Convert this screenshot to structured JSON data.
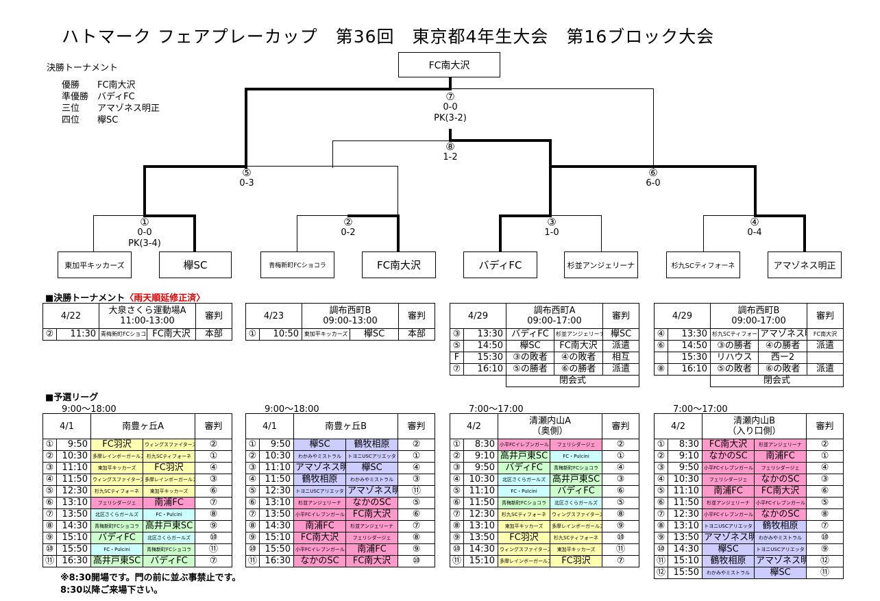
{
  "title": "ハトマーク フェアプレーカップ　第36回　東京都4年生大会　第16ブロック大会",
  "results": {
    "heading": "決勝トーナメント",
    "rows": [
      {
        "rank": "優勝",
        "team": "FC南大沢"
      },
      {
        "rank": "準優勝",
        "team": "バディFC"
      },
      {
        "rank": "三位",
        "team": "アマゾネス明正"
      },
      {
        "rank": "四位",
        "team": "欅SC"
      }
    ]
  },
  "bracket": {
    "champion": "FC南大沢",
    "final": {
      "no": "⑦",
      "score": "0-0",
      "pk": "PK(3-2)"
    },
    "third": {
      "no": "⑧",
      "score": "1-2"
    },
    "semi1": {
      "no": "⑤",
      "score": "0-3"
    },
    "semi2": {
      "no": "⑥",
      "score": "6-0"
    },
    "q1": {
      "no": "①",
      "score": "0-0",
      "pk": "PK(3-4)"
    },
    "q2": {
      "no": "②",
      "score": "0-2"
    },
    "q3": {
      "no": "③",
      "score": "1-0"
    },
    "q4": {
      "no": "④",
      "score": "0-4"
    },
    "teams": [
      "東加平キッカーズ",
      "欅SC",
      "青梅新町FCショコラ",
      "FC南大沢",
      "バディFC",
      "杉並アンジェリーナ",
      "杉九SCティフォーネ",
      "アマゾネス明正"
    ]
  },
  "final_sched": {
    "heading": "■決勝トーナメント",
    "heading_red": "〈雨天順延修正済〉",
    "blocks": [
      {
        "date": "4/22",
        "venue": "大泉さくら運動場A",
        "hours": "11:00-13:00",
        "ref": "審判",
        "rows": [
          [
            "②",
            "11:30",
            "青梅新町FCショコラ",
            "FC南大沢",
            "本部"
          ]
        ]
      },
      {
        "date": "4/23",
        "venue": "調布西町B",
        "hours": "09:00-13:00",
        "ref": "審判",
        "rows": [
          [
            "①",
            "10:50",
            "東加平キッカーズ",
            "欅SC",
            "本部"
          ]
        ]
      },
      {
        "date": "4/29",
        "venue": "調布西町A",
        "hours": "09:00-17:00",
        "ref": "審判",
        "rows": [
          [
            "③",
            "13:30",
            "バディFC",
            "杉並アンジェリーナ",
            "欅SC"
          ],
          [
            "⑤",
            "14:50",
            "欅SC",
            "FC南大沢",
            "派遣"
          ],
          [
            "F",
            "15:30",
            "③の敗者",
            "④の敗者",
            "相互"
          ],
          [
            "⑦",
            "16:10",
            "⑤の勝者",
            "⑥の勝者",
            "派遣"
          ]
        ],
        "close": "閉会式"
      },
      {
        "date": "4/29",
        "venue": "調布西町B",
        "hours": "09:00-17:00",
        "ref": "審判",
        "rows": [
          [
            "④",
            "13:30",
            "杉九SCティフォーネ",
            "アマゾネス明正",
            "FC南大沢"
          ],
          [
            "⑥",
            "14:50",
            "③の勝者",
            "④の勝者",
            "派遣"
          ],
          [
            "",
            "15:30",
            "リハウス",
            "西ー2",
            ""
          ],
          [
            "⑧",
            "16:10",
            "⑤の敗者",
            "⑥の敗者",
            "派遣"
          ]
        ],
        "close": "閉会式"
      }
    ]
  },
  "league": {
    "heading": "■予選リーグ",
    "blocks": [
      {
        "hours": "9:00～18:00",
        "date": "4/1",
        "venue": "南豊ヶ丘A",
        "ref": "審判",
        "rows": [
          [
            "①",
            "9:50",
            "FC羽沢",
            "ウィングスファイターズ",
            "②"
          ],
          [
            "②",
            "10:30",
            "多摩レインボーガールズ",
            "杉九SCティフォーネ",
            "①"
          ],
          [
            "③",
            "11:10",
            "東加平キッカーズ",
            "FC羽沢",
            "④"
          ],
          [
            "④",
            "11:50",
            "ウィングスファイターズ",
            "多摩レインボーガールズ",
            "③"
          ],
          [
            "⑤",
            "12:30",
            "杉九SCティフォーネ",
            "東加平キッカーズ",
            "⑥"
          ],
          [
            "⑥",
            "13:10",
            "フェリシダージェ",
            "南浦FC",
            "⑦"
          ],
          [
            "⑦",
            "13:50",
            "北区さくらガールズ",
            "FC・Pulcini",
            "⑧"
          ],
          [
            "⑧",
            "14:30",
            "青梅新町FCショコラ",
            "高井戸東SC",
            "⑨"
          ],
          [
            "⑨",
            "15:10",
            "バディFC",
            "北区さくらガールズ",
            "⑩"
          ],
          [
            "⑩",
            "15:50",
            "FC・Pulcini",
            "青梅新町FCショコラ",
            "⑪"
          ],
          [
            "⑪",
            "16:30",
            "高井戸東SC",
            "バディFC",
            "⑦"
          ]
        ]
      },
      {
        "hours": "9:00～18:00",
        "date": "4/1",
        "venue": "南豊ヶ丘B",
        "ref": "審判",
        "rows": [
          [
            "①",
            "9:50",
            "欅SC",
            "鶴牧相原",
            "②"
          ],
          [
            "②",
            "10:30",
            "わかみやミストラル",
            "トヨニUSCアリエッタ",
            "①"
          ],
          [
            "③",
            "11:10",
            "アマゾネス明正",
            "欅SC",
            "④"
          ],
          [
            "④",
            "11:50",
            "鶴牧相原",
            "わかみやミストラル",
            "③"
          ],
          [
            "⑤",
            "12:30",
            "トヨニUSCアリエッタ",
            "アマゾネス明正",
            "⑪"
          ],
          [
            "⑥",
            "13:10",
            "杉並アンジェリーナ",
            "なかのSC",
            "⑤"
          ],
          [
            "⑦",
            "13:50",
            "小平FCイレブンガールズ",
            "FC南大沢",
            "⑥"
          ],
          [
            "⑧",
            "14:30",
            "南浦FC",
            "杉並アンジェリーナ",
            "⑦"
          ],
          [
            "⑨",
            "15:10",
            "FC南大沢",
            "フェリシダージェ",
            "⑧"
          ],
          [
            "⑩",
            "15:50",
            "小平FCイレブンガールズ",
            "南浦FC",
            "⑨"
          ],
          [
            "⑪",
            "16:30",
            "なかのSC",
            "FC南大沢",
            "⑩"
          ]
        ]
      },
      {
        "hours": "7:00～17:00",
        "date": "4/2",
        "venue": "清瀬内山A",
        "venue2": "（奥側）",
        "ref": "審判",
        "rows": [
          [
            "①",
            "8:30",
            "小平FCイレブンガールズ",
            "フェリシダージェ",
            "②"
          ],
          [
            "②",
            "9:10",
            "高井戸東SC",
            "FC・Pulcini",
            "①"
          ],
          [
            "③",
            "9:50",
            "バディFC",
            "青梅新町FCショコラ",
            "④"
          ],
          [
            "④",
            "10:30",
            "北区さくらガールズ",
            "高井戸東SC",
            "③"
          ],
          [
            "⑤",
            "11:10",
            "FC・Pulcini",
            "バディFC",
            "⑥"
          ],
          [
            "⑥",
            "11:50",
            "青梅新町FCショコラ",
            "北区さくらガールズ",
            "⑤"
          ],
          [
            "⑦",
            "12:30",
            "杉九SCティフォーネ",
            "ウィングスファイターズ",
            "⑧"
          ],
          [
            "⑧",
            "13:10",
            "東加平キッカーズ",
            "多摩レインボーガールズ",
            "⑨"
          ],
          [
            "⑨",
            "13:50",
            "FC羽沢",
            "杉九SCティフォーネ",
            "⑩"
          ],
          [
            "⑩",
            "14:30",
            "ウィングスファイターズ",
            "東加平キッカーズ",
            "⑪"
          ],
          [
            "⑪",
            "15:10",
            "多摩レインボーガールズ",
            "FC羽沢",
            "⑦"
          ]
        ]
      },
      {
        "hours": "7:00～17:00",
        "date": "4/2",
        "venue": "清瀬内山B",
        "venue2": "（入り口側）",
        "ref": "審判",
        "rows": [
          [
            "①",
            "8:30",
            "FC南大沢",
            "杉並アンジェリーナ",
            "②"
          ],
          [
            "②",
            "9:10",
            "なかのSC",
            "南浦FC",
            "①"
          ],
          [
            "③",
            "9:50",
            "小平FCイレブンガールズ",
            "フェリシダージェ",
            "④"
          ],
          [
            "④",
            "10:30",
            "フェリシダージェ",
            "なかのSC",
            "③"
          ],
          [
            "⑤",
            "11:10",
            "南浦FC",
            "FC南大沢",
            "⑥"
          ],
          [
            "⑥",
            "11:50",
            "杉並アンジェリーナ",
            "小平FCイレブンガールズ",
            "⑤"
          ],
          [
            "⑦",
            "12:30",
            "小平FCイレブンガールズ",
            "なかのSC",
            "⑧"
          ],
          [
            "⑧",
            "13:10",
            "トヨニUSCアリエッタ",
            "鶴牧相原",
            "⑦"
          ],
          [
            "⑨",
            "13:50",
            "アマゾネス明正",
            "わかみやミストラル",
            "⑩"
          ],
          [
            "⑩",
            "14:30",
            "欅SC",
            "トヨニUSCアリエッタ",
            "⑨"
          ],
          [
            "⑪",
            "15:10",
            "鶴牧相原",
            "アマゾネス明正",
            "⑫"
          ],
          [
            "⑫",
            "15:50",
            "わかみやミストラル",
            "欅SC",
            "⑪"
          ]
        ]
      }
    ]
  },
  "notes": [
    "※8:30開場です。門の前に並ぶ事禁止です。",
    "8:30以降ご来場下さい。"
  ],
  "colors": {
    "FC羽沢": "#ffffb0",
    "東加平キッカーズ": "#ffffb0",
    "杉九SCティフォーネ": "#ffffb0",
    "ウィングスファイターズ": "#ffffb0",
    "多摩レインボーガールズ": "#ffffb0",
    "南浦FC": "#ff99cc",
    "FC南大沢": "#ff99cc",
    "なかのSC": "#ff99cc",
    "杉並アンジェリーナ": "#ff99cc",
    "小平FCイレブンガールズ": "#ff99cc",
    "フェリシダージェ": "#ff99cc",
    "欅SC": "#ccccff",
    "鶴牧相原": "#ccccff",
    "アマゾネス明正": "#ccccff",
    "わかみやミストラル": "#ccccff",
    "トヨニUSCアリエッタ": "#ccccff",
    "バディFC": "#ccffcc",
    "青梅新町FCショコラ": "#ccffcc",
    "高井戸東SC": "#ccffcc",
    "FC・Pulcini": "#ccffff",
    "北区さくらガールズ": "#ccffff"
  }
}
